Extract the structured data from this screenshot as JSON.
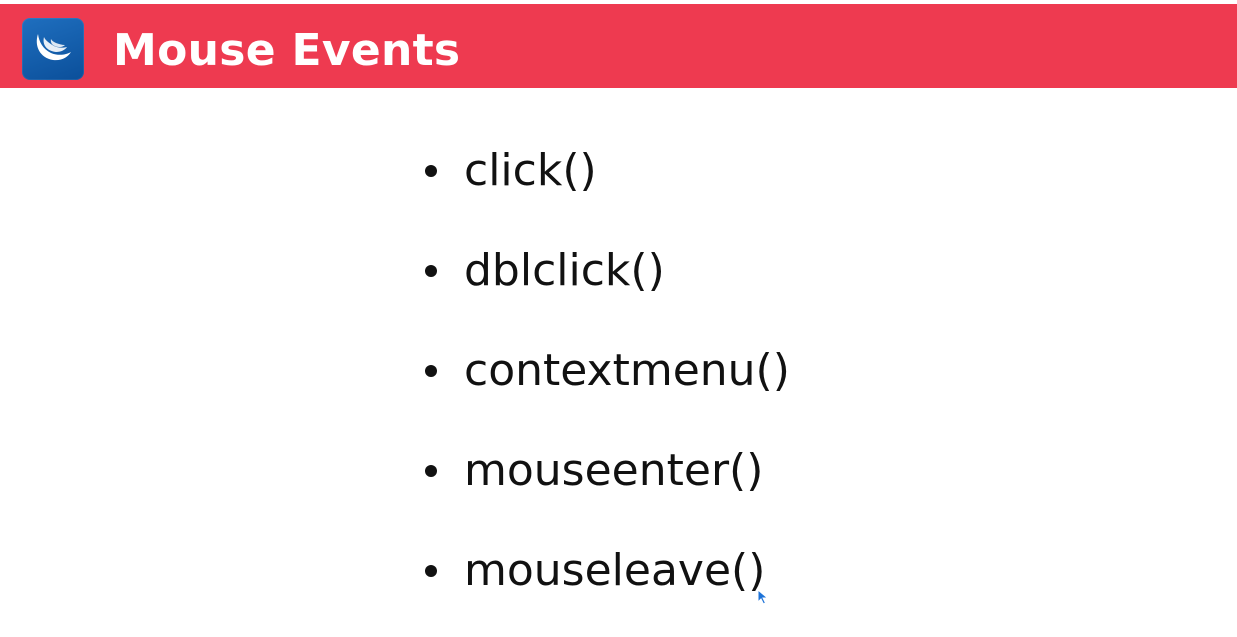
{
  "header": {
    "title": "Mouse Events",
    "logo_icon": "jquery-logo-icon",
    "background_color": "#ee3a50"
  },
  "bullets": [
    {
      "label": "click()"
    },
    {
      "label": "dblclick()"
    },
    {
      "label": "contextmenu()"
    },
    {
      "label": "mouseenter()"
    },
    {
      "label": "mouseleave()"
    }
  ],
  "cursor": {
    "icon": "mouse-pointer-icon"
  }
}
